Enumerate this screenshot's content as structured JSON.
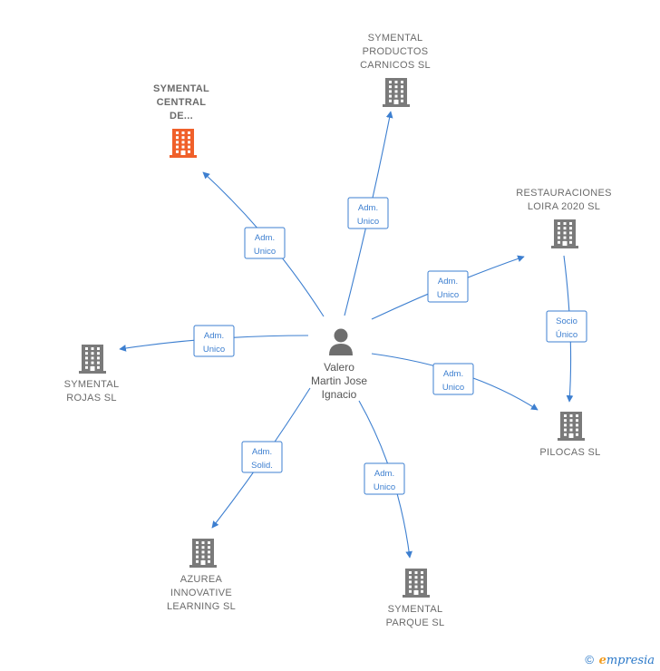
{
  "center": {
    "lines": [
      "Valero",
      "Martin Jose",
      "Ignacio"
    ]
  },
  "companies": [
    {
      "id": "central",
      "lines": [
        "SYMENTAL",
        "CENTRAL",
        "DE..."
      ],
      "highlight": true
    },
    {
      "id": "productos",
      "lines": [
        "SYMENTAL",
        "PRODUCTOS",
        "CARNICOS  SL"
      ],
      "highlight": false
    },
    {
      "id": "restauraciones",
      "lines": [
        "RESTAURACIONES",
        "LOIRA 2020  SL"
      ],
      "highlight": false
    },
    {
      "id": "rojas",
      "lines": [
        "SYMENTAL",
        "ROJAS  SL"
      ],
      "highlight": false
    },
    {
      "id": "pilocas",
      "lines": [
        "PILOCAS  SL"
      ],
      "highlight": false
    },
    {
      "id": "azurea",
      "lines": [
        "AZUREA",
        "INNOVATIVE",
        "LEARNING  SL"
      ],
      "highlight": false
    },
    {
      "id": "parque",
      "lines": [
        "SYMENTAL",
        "PARQUE  SL"
      ],
      "highlight": false
    }
  ],
  "edges": [
    {
      "id": "e-central",
      "lines": [
        "Adm.",
        "Unico"
      ]
    },
    {
      "id": "e-productos",
      "lines": [
        "Adm.",
        "Unico"
      ]
    },
    {
      "id": "e-restauraciones",
      "lines": [
        "Adm.",
        "Unico"
      ]
    },
    {
      "id": "e-rojas",
      "lines": [
        "Adm.",
        "Unico"
      ]
    },
    {
      "id": "e-pilocas",
      "lines": [
        "Adm.",
        "Unico"
      ]
    },
    {
      "id": "e-azurea",
      "lines": [
        "Adm.",
        "Solid."
      ]
    },
    {
      "id": "e-parque",
      "lines": [
        "Adm.",
        "Unico"
      ]
    },
    {
      "id": "e-socio",
      "lines": [
        "Socio",
        "Único"
      ]
    }
  ],
  "colors": {
    "edge": "#3d7fd0",
    "building": "#7a7a7a",
    "highlight": "#f0602a",
    "person": "#6e6e6e"
  },
  "footer": {
    "copyright": "©",
    "brand_initial": "e",
    "brand_rest": "mpresia"
  }
}
